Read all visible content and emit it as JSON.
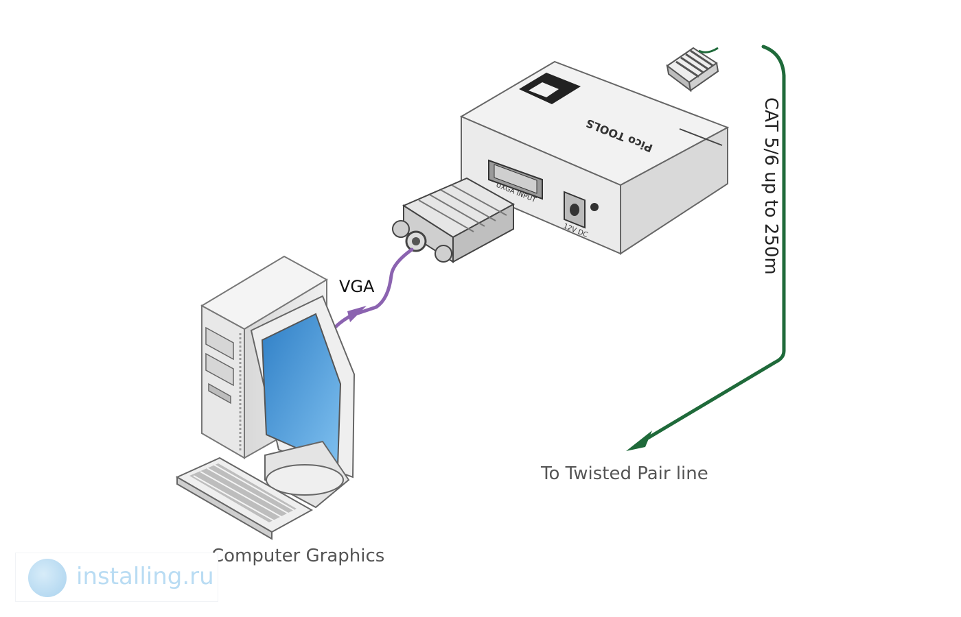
{
  "labels": {
    "vga": "VGA",
    "cat": "CAT 5/6 up to 250m",
    "twisted_pair": "To Twisted Pair line",
    "computer": "Computer Graphics"
  },
  "device": {
    "brand_panel": "Pico TOOLS",
    "port_input": "UXGA INPUT",
    "port_power": "12V DC"
  },
  "watermark": {
    "text": "installing.ru"
  },
  "colors": {
    "vga_cable": "#8b63b0",
    "cat_line": "#1f6a3a",
    "device_body": "#e9e9e9",
    "screen": "#3f93d6",
    "label_text": "#555555"
  }
}
